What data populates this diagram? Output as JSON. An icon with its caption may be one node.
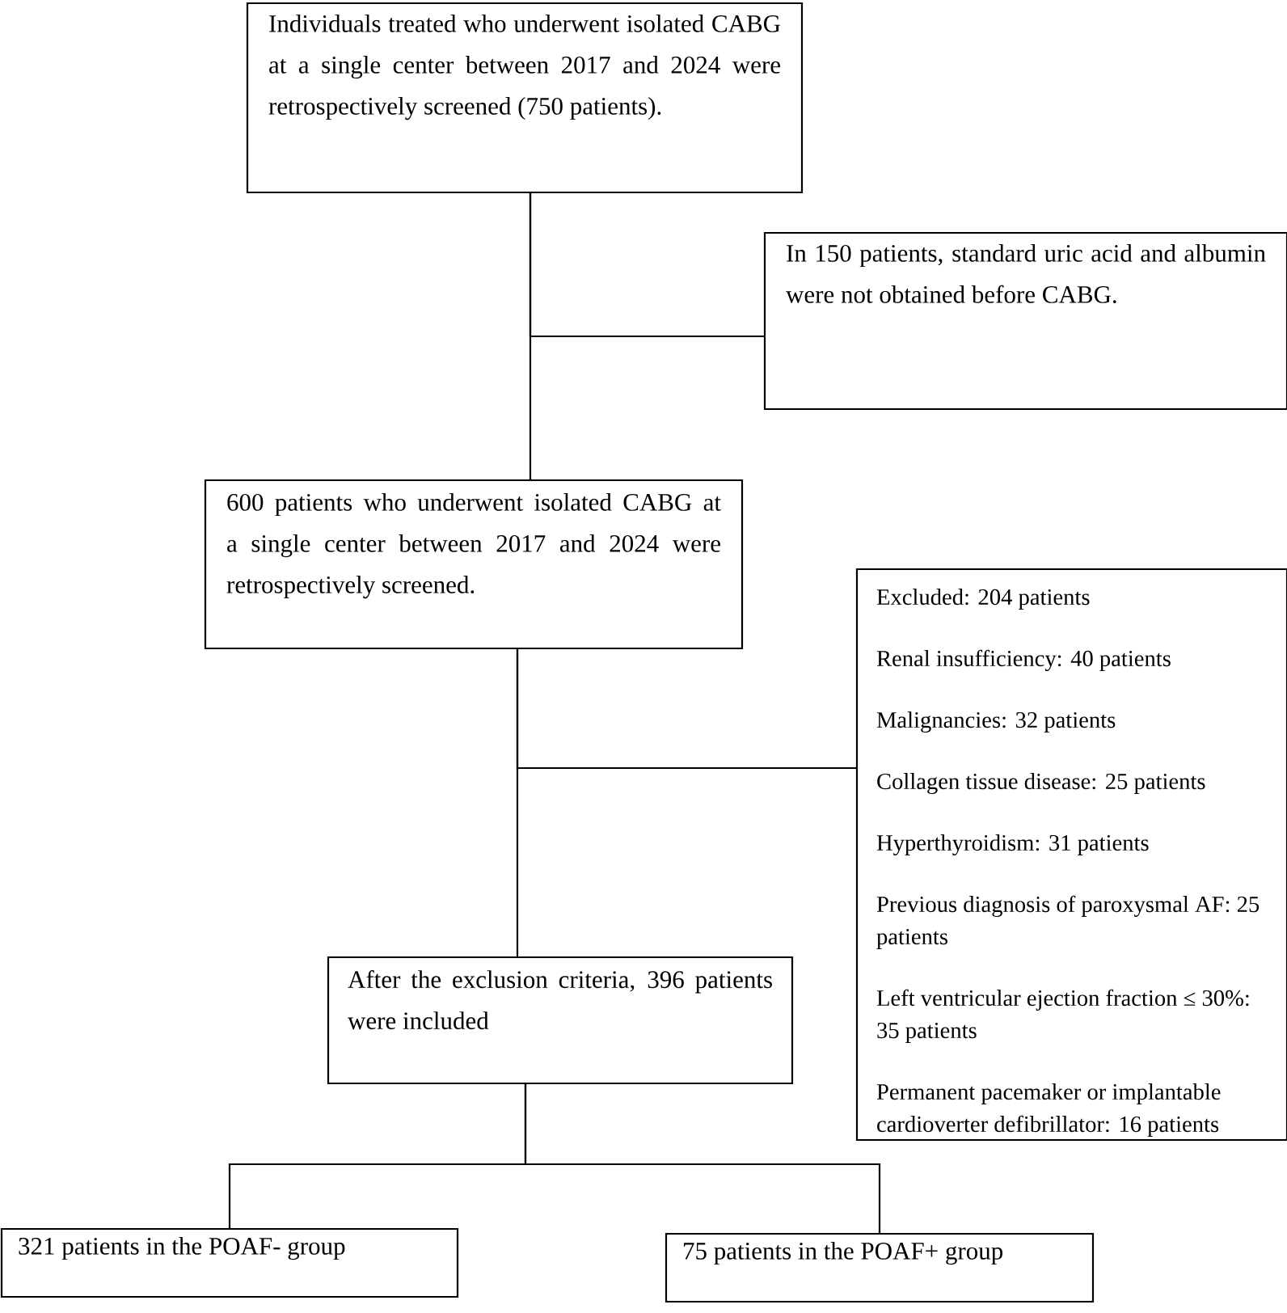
{
  "diagram": {
    "nodes": [
      {
        "text": [
          "Individuals treated who underwent isolated CABG at a single center between 2017 and 2024 were retrospectively screened (750 patients)."
        ]
      },
      {
        "text": [
          "In 150 patients, standard uric acid and albumin were not obtained before CABG."
        ]
      },
      {
        "text": [
          "600 patients who underwent isolated CABG at a single center between 2017 and 2024 were retrospectively screened."
        ]
      },
      {
        "text": [
          "Excluded: 204 patients",
          "Renal insufficiency: 40 patients",
          "Malignancies: 32 patients",
          "Collagen tissue disease: 25 patients",
          "Hyperthyroidism: 31 patients",
          "Previous diagnosis of paroxysmal AF: 25 patients",
          "Left ventricular ejection fraction ≤ 30%: 35 patients",
          "Permanent pacemaker or implantable cardioverter defibrillator: 16 patients"
        ]
      },
      {
        "text": [
          "After the exclusion criteria, 396 patients were included"
        ]
      },
      {
        "text": [
          "321 patients in the POAF- group"
        ]
      },
      {
        "text": [
          "75 patients in the POAF+ group"
        ]
      }
    ],
    "edges": [
      {
        "from": 0,
        "to": 2,
        "arrow": "none"
      },
      {
        "from": 0,
        "to": 1,
        "arrow": "none"
      },
      {
        "from": 2,
        "to": 4,
        "arrow": "none"
      },
      {
        "from": 2,
        "to": 3,
        "arrow": "none"
      },
      {
        "from": 4,
        "to": 5,
        "arrow": "none"
      },
      {
        "from": 4,
        "to": 6,
        "arrow": "none"
      }
    ]
  }
}
